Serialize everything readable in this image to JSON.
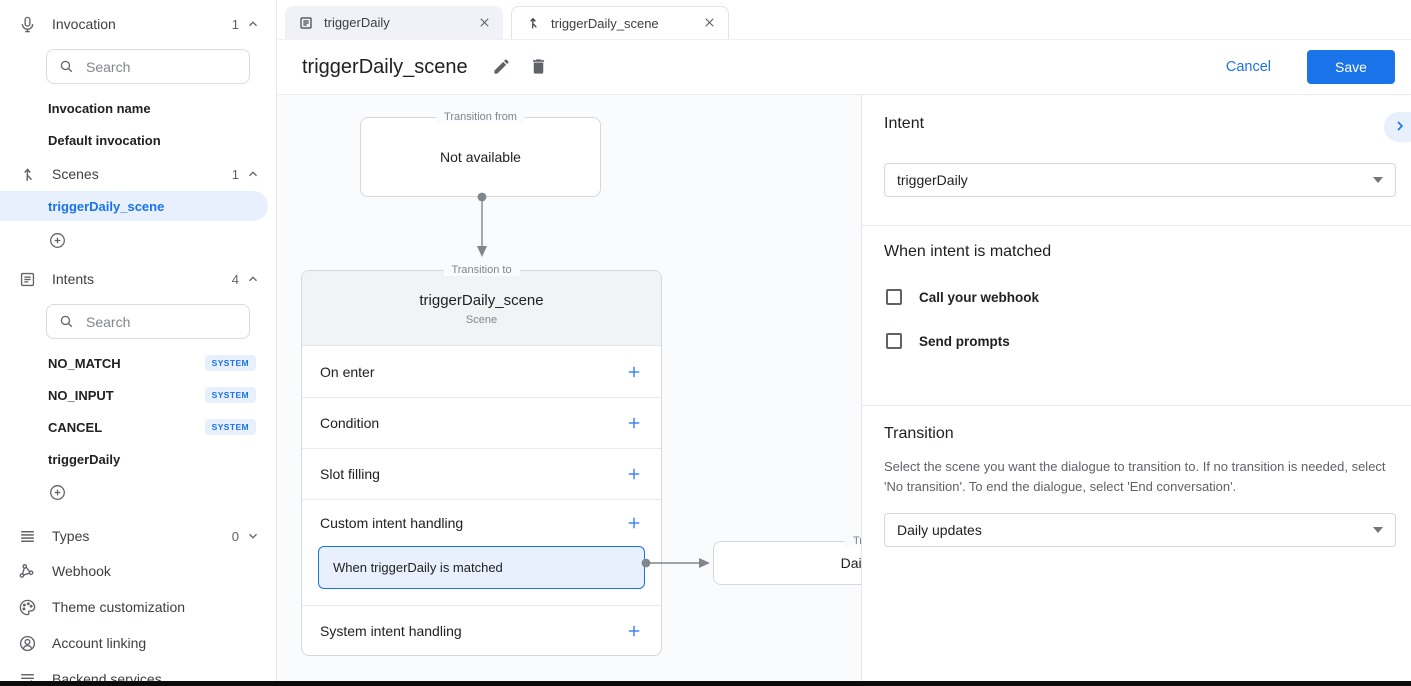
{
  "colors": {
    "accent": "#1a73e8",
    "accent_light": "#e8f0fe",
    "text_primary": "#202124",
    "text_secondary": "#5f6368",
    "canvas_bg": "#fafbfd",
    "card_header_bg": "#f1f3f4",
    "system_badge_bg": "#e8f0fe"
  },
  "sidebar": {
    "invocation": {
      "label": "Invocation",
      "count": "1",
      "icon": "microphone-icon",
      "search_placeholder": "Search",
      "items": [
        {
          "label": "Invocation name"
        },
        {
          "label": "Default invocation"
        }
      ]
    },
    "scenes": {
      "label": "Scenes",
      "count": "1",
      "icon": "scene-icon",
      "items": [
        {
          "label": "triggerDaily_scene",
          "selected": true
        }
      ]
    },
    "intents": {
      "label": "Intents",
      "count": "4",
      "icon": "intent-list-icon",
      "search_placeholder": "Search",
      "items": [
        {
          "label": "NO_MATCH",
          "badge": "SYSTEM"
        },
        {
          "label": "NO_INPUT",
          "badge": "SYSTEM"
        },
        {
          "label": "CANCEL",
          "badge": "SYSTEM"
        },
        {
          "label": "triggerDaily",
          "badge": ""
        }
      ]
    },
    "types": {
      "label": "Types",
      "count": "0",
      "icon": "types-icon"
    },
    "links": [
      {
        "label": "Webhook",
        "icon": "webhook-icon"
      },
      {
        "label": "Theme customization",
        "icon": "palette-icon"
      },
      {
        "label": "Account linking",
        "icon": "account-icon"
      },
      {
        "label": "Backend services",
        "icon": "backend-services-icon"
      }
    ]
  },
  "tabs": [
    {
      "label": "triggerDaily",
      "icon": "intent-list-icon",
      "active": false
    },
    {
      "label": "triggerDaily_scene",
      "icon": "scene-icon",
      "active": true
    }
  ],
  "header": {
    "title": "triggerDaily_scene",
    "cancel_label": "Cancel",
    "save_label": "Save"
  },
  "canvas": {
    "transition_from": {
      "legend": "Transition from",
      "text": "Not available"
    },
    "scene_card": {
      "legend": "Transition to",
      "title": "triggerDaily_scene",
      "subtitle": "Scene",
      "rows": [
        "On enter",
        "Condition",
        "Slot filling",
        "Custom intent handling",
        "System intent handling"
      ],
      "matched_item": "When triggerDaily is matched"
    },
    "target_card": {
      "legend": "Transition to",
      "text": "Daily updates"
    }
  },
  "panel": {
    "intent": {
      "heading": "Intent",
      "value": "triggerDaily"
    },
    "matched": {
      "heading": "When intent is matched",
      "checkboxes": [
        {
          "label": "Call your webhook",
          "checked": false
        },
        {
          "label": "Send prompts",
          "checked": false
        }
      ]
    },
    "transition": {
      "heading": "Transition",
      "description": "Select the scene you want the dialogue to transition to. If no transition is needed, select 'No transition'. To end the dialogue, select 'End conversation'.",
      "value": "Daily updates"
    }
  }
}
